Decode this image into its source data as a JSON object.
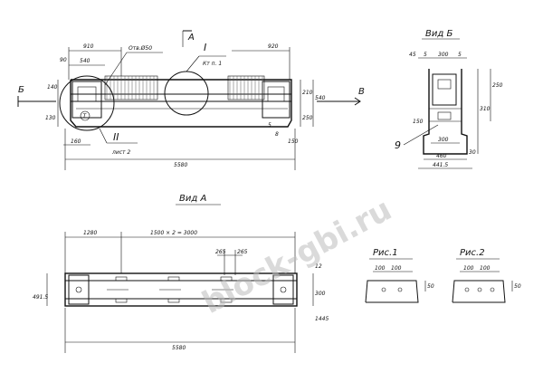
{
  "watermark": "block-gbi.ru",
  "main_view": {
    "section_label_a": "A",
    "section_label_b_left": "Б",
    "section_label_v_right": "В",
    "detail_I": "I",
    "detail_I_ref": "Кт п. 1",
    "detail_II": "II",
    "detail_II_ref": "лист 2",
    "hole_note": "Отв.Ø50",
    "mark_T": "T",
    "dims": {
      "d910": "910",
      "d540": "540",
      "d90": "90",
      "d130": "130",
      "d140": "140",
      "d920": "920",
      "d210": "210",
      "d540v": "540",
      "d250": "250",
      "d160": "160",
      "d5": "5",
      "d8": "8",
      "d150": "150",
      "d5580": "5580"
    }
  },
  "view_b": {
    "title": "Вид Б",
    "label_9": "9",
    "dims": {
      "d45": "45",
      "d5a": "5",
      "d300": "300",
      "d5b": "5",
      "d250": "250",
      "d310": "310",
      "d150": "150",
      "d300b": "300",
      "d460": "460",
      "d4415": "441.5",
      "d30": "30"
    }
  },
  "view_a": {
    "title": "Вид А",
    "dims": {
      "d1280": "1280",
      "d1500x2": "1500 × 2 = 3000",
      "d265a": "265",
      "d265b": "265",
      "d4915": "491.5",
      "d1445": "1445",
      "d300": "300",
      "d12": "12",
      "d5580": "5580"
    }
  },
  "fig1": {
    "title": "Рис.1",
    "dims": {
      "a": "100",
      "b": "100",
      "h": "50"
    }
  },
  "fig2": {
    "title": "Рис.2",
    "dims": {
      "a": "100",
      "b": "100",
      "h": "50"
    }
  }
}
